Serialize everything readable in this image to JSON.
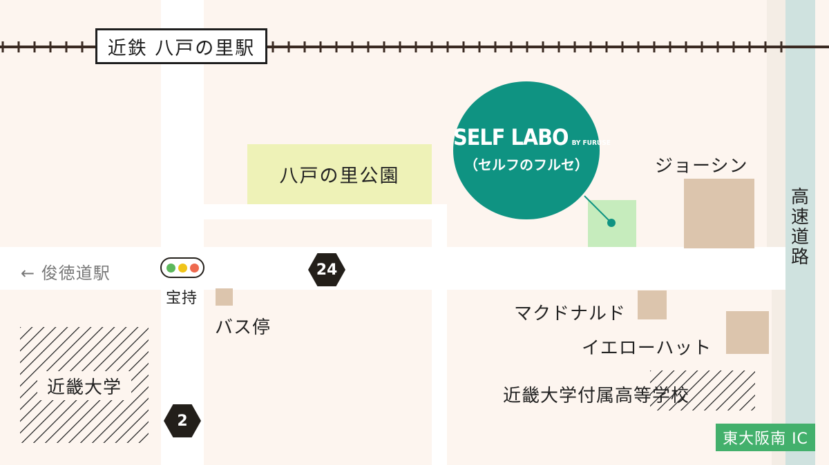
{
  "station": {
    "label": "近鉄 八戸の里駅"
  },
  "park": {
    "label": "八戸の里公園"
  },
  "shop": {
    "name": "SELF LABO",
    "by": "BY FURUSE",
    "sub": "（セルフのフルセ）",
    "color": "#0f9382",
    "marker_color": "#0f9382",
    "area_color": "#c6ecbd"
  },
  "landmarks": {
    "joshin": "ジョーシン",
    "mcdonalds": "マクドナルド",
    "yellowhat": "イエローハット",
    "highschool": "近畿大学付属高等学校",
    "university": "近畿大学",
    "bus_stop": "バス停",
    "signal": "宝持",
    "expressway": "高速道路",
    "interchange": "東大阪南 IC",
    "shuntoku": "← 俊徳道駅"
  },
  "route_badges": {
    "r24": "24",
    "r2": "2"
  },
  "signal_lights": [
    "#5cb85c",
    "#f0c419",
    "#ee6a4f"
  ],
  "colors": {
    "background": "#f4ede5",
    "block": "#fdf5ef",
    "road": "#ffffff",
    "expressway": "#cfe2df",
    "park": "#eef2b7",
    "building": "#dcc5ad",
    "ic_badge": "#43b06c"
  }
}
